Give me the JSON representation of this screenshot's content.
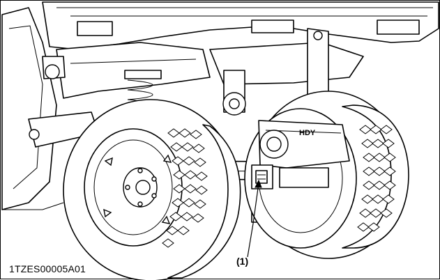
{
  "figure": {
    "code": "1TZES00005A01",
    "callout_label": "(1)",
    "housing_marking": "HDY"
  },
  "colors": {
    "ink": "#000000",
    "paper": "#ffffff"
  }
}
